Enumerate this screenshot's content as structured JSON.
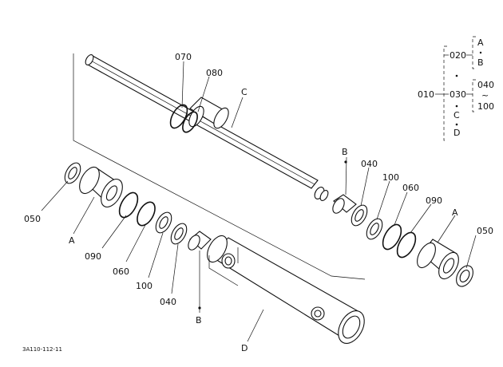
{
  "labels": {
    "p070": "070",
    "p080": "080",
    "c_top": "C",
    "b_right": "B",
    "p040_right": "040",
    "p100_right": "100",
    "p060_right": "060",
    "p090_right": "090",
    "a_right": "A",
    "p050_right": "050",
    "p050_left": "050",
    "a_left": "A",
    "p090_left": "090",
    "p060_left": "060",
    "p100_left": "100",
    "p040_left": "040",
    "b_left": "B",
    "d_bottom": "D",
    "code": "3A110-112-11"
  },
  "legend": {
    "p010": "010",
    "p020": "020",
    "p030": "030",
    "a": "A",
    "b": "B",
    "c": "C",
    "d": "D",
    "p040": "040",
    "tilde": "~",
    "p100": "100"
  }
}
